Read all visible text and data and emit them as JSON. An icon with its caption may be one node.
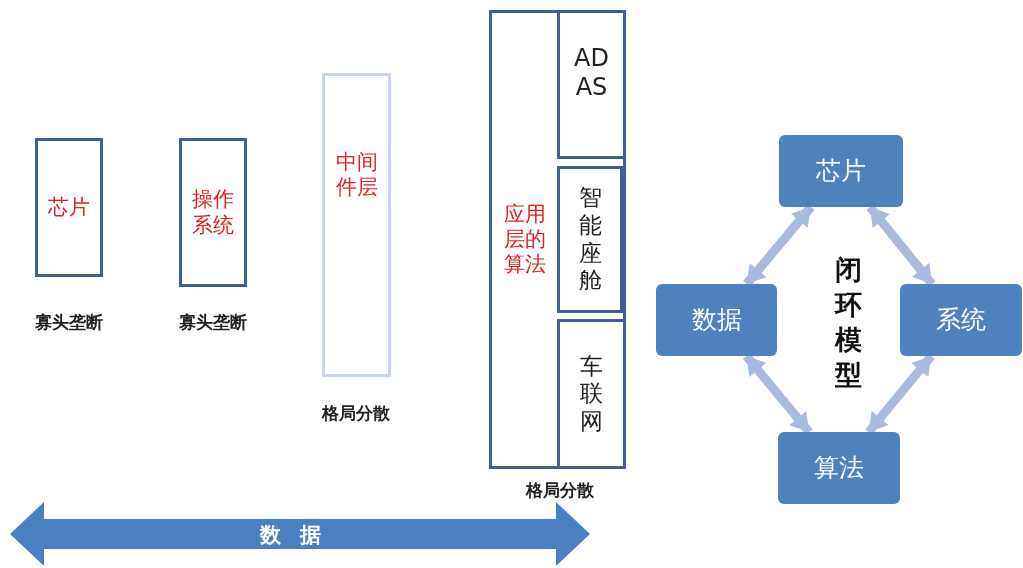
{
  "diagram": {
    "nodes": [
      {
        "text": [
          "芯片"
        ],
        "beside": [
          "寡头垄断"
        ]
      },
      {
        "text": [
          "操作系统"
        ],
        "beside": [
          "寡头垄断"
        ]
      },
      {
        "text": [
          "中间件层"
        ],
        "beside": [
          "格局分散"
        ]
      },
      {
        "text": [
          "应用层的算法"
        ]
      },
      {
        "text": [
          "ADAS"
        ],
        "in": 3
      },
      {
        "text": [
          "智能座舱"
        ],
        "in": 3
      },
      {
        "text": [
          "车联网"
        ],
        "in": 3
      },
      {
        "text": [
          "芯片"
        ]
      },
      {
        "text": [
          "数据"
        ]
      },
      {
        "text": [
          "系统"
        ]
      },
      {
        "text": [
          "算法"
        ]
      },
      {
        "text": [
          "数据"
        ]
      }
    ],
    "edges": [
      {
        "from": 7,
        "to": 8,
        "arrow": "both"
      },
      {
        "from": 7,
        "to": 9,
        "arrow": "both"
      },
      {
        "from": 8,
        "to": 10,
        "arrow": "both"
      },
      {
        "from": 9,
        "to": 10,
        "arrow": "both"
      }
    ],
    "labels": [
      "格局分散",
      "闭环模型"
    ]
  }
}
